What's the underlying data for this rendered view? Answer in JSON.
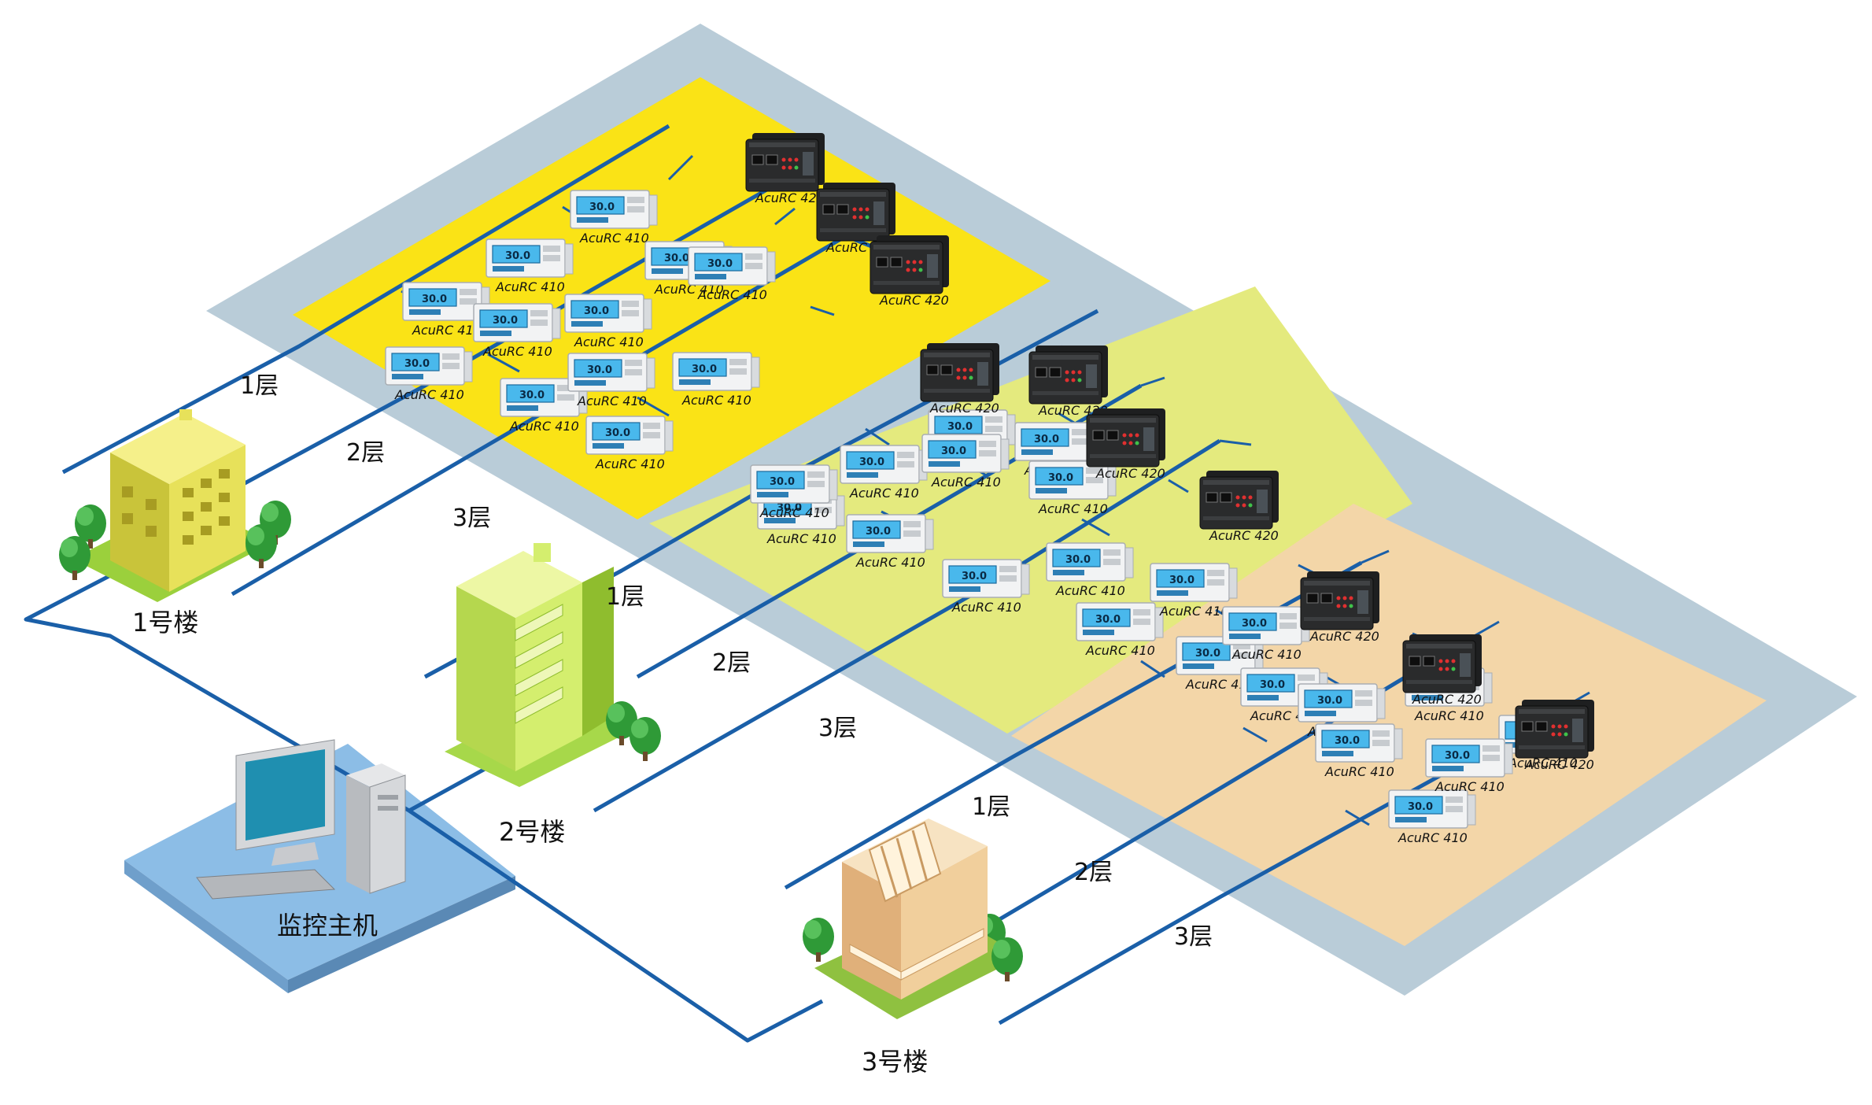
{
  "colors": {
    "line": "#1a5fa8",
    "zone_outer": "#b9ccd8",
    "zone1": "#fae316",
    "zone2": "#e4ea7e",
    "zone3": "#f3d6a8",
    "host_pad": "#8cbde6"
  },
  "host": {
    "label": "监控主机",
    "icon": "computer-icon"
  },
  "buildings": [
    {
      "id": "b1",
      "label": "1号楼",
      "icon": "building-icon"
    },
    {
      "id": "b2",
      "label": "2号楼",
      "icon": "building-icon"
    },
    {
      "id": "b3",
      "label": "3号楼",
      "icon": "building-icon"
    }
  ],
  "floor_labels": [
    {
      "building": "b1",
      "text": "1层"
    },
    {
      "building": "b1",
      "text": "2层"
    },
    {
      "building": "b1",
      "text": "3层"
    },
    {
      "building": "b2",
      "text": "1层"
    },
    {
      "building": "b2",
      "text": "2层"
    },
    {
      "building": "b2",
      "text": "3层"
    },
    {
      "building": "b3",
      "text": "1层"
    },
    {
      "building": "b3",
      "text": "2层"
    },
    {
      "building": "b3",
      "text": "3层"
    }
  ],
  "devices": {
    "acurc410": {
      "label": "AcuRC 410",
      "display": "30.0"
    },
    "acurc420": {
      "label": "AcuRC 420"
    }
  }
}
